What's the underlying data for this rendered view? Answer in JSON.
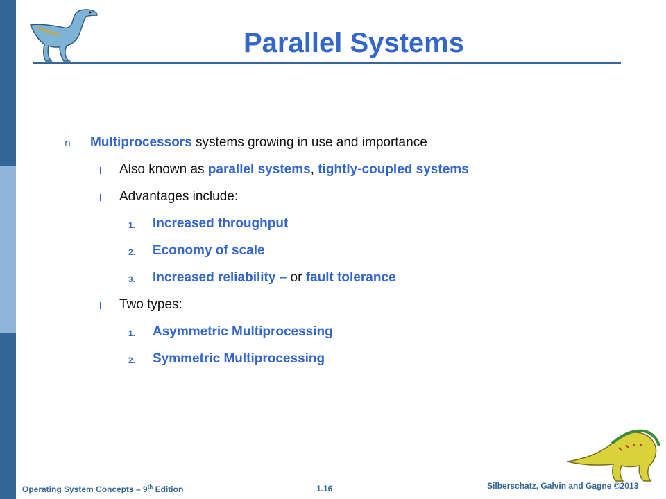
{
  "slide": {
    "title": "Parallel Systems"
  },
  "bullets": {
    "b1": {
      "marker": "n",
      "term": "Multiprocessors",
      "rest": " systems growing in use and importance"
    },
    "b1_1": {
      "marker": "l",
      "pre": "Also known as ",
      "term1": "parallel systems",
      "sep": ", ",
      "term2": "tightly-coupled systems"
    },
    "b1_2": {
      "marker": "l",
      "text": "Advantages include:"
    },
    "adv": [
      {
        "num": "1.",
        "text": "Increased throughput"
      },
      {
        "num": "2.",
        "text": "Economy of scale"
      },
      {
        "num": "3.",
        "text1": "Increased reliability –",
        "mid": " or ",
        "text2": "fault tolerance"
      }
    ],
    "b1_3": {
      "marker": "l",
      "text": "Two types:"
    },
    "types": [
      {
        "num": "1.",
        "text": "Asymmetric Multiprocessing"
      },
      {
        "num": "2.",
        "text": "Symmetric Multiprocessing"
      }
    ]
  },
  "footer": {
    "left_pre": "Operating  System  Concepts  –  9",
    "left_sup": "th",
    "left_post": " Edition",
    "page": "1.16",
    "right": "Silberschatz, Galvin and Gagne ©2013"
  },
  "colors": {
    "accent": "#3366cc",
    "bar": "#336699",
    "bar_light": "#8fb3d9"
  }
}
